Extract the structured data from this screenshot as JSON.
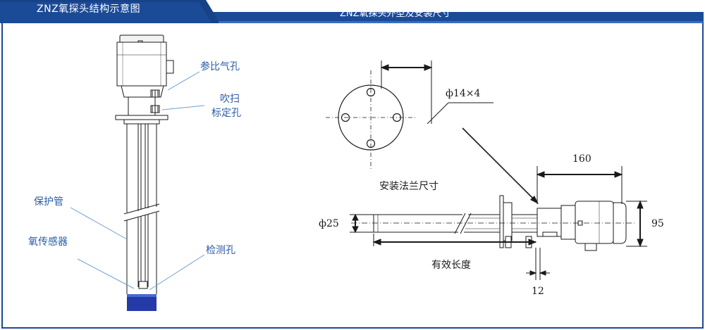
{
  "tabs": {
    "left_title": "ZNZ氧探头结构示意图",
    "right_title": "ZNZ氧探头外型及安装尺寸"
  },
  "left_panel": {
    "labels": {
      "reference_hole": "参比气孔",
      "purge_line1": "吹扫",
      "purge_line2": "标定孔",
      "protection_tube": "保护管",
      "oxygen_sensor": "氧传感器",
      "detection_hole": "检测孔"
    }
  },
  "right_panel": {
    "labels": {
      "bolt_holes": "ф14×4",
      "flange_size": "安装法兰尺寸",
      "dim_160": "160",
      "dim_95": "95",
      "dim_phi25": "ф25",
      "effective_length": "有效长度",
      "dim_12": "12"
    }
  },
  "colors": {
    "tab_blue": "#1b4a97",
    "border_blue": "#1b4a97",
    "leader_blue": "#6e9fd3",
    "sensor_blue": "#233aa8"
  }
}
